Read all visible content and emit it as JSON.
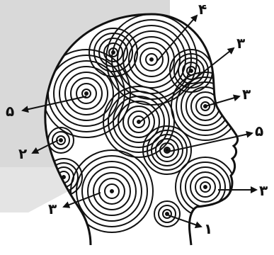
{
  "diagram": {
    "labels": {
      "top_4": "۴",
      "upper_right_3": "۳",
      "mid_right_3": "۳",
      "right_5": "۵",
      "lower_right_3": "۳",
      "bottom_1": "۱",
      "left_5": "۵",
      "left_2": "۲",
      "lower_left_3": "۳"
    }
  }
}
